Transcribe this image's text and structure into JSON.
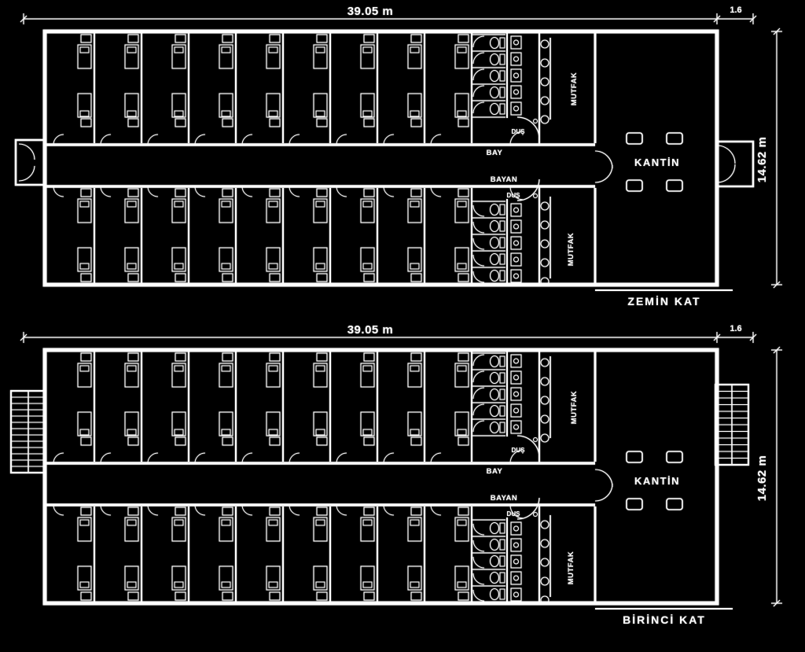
{
  "drawing": {
    "background_color": "#000000",
    "line_color": "#ffffff",
    "floors": [
      {
        "floor_label": "ZEMİN KAT",
        "width_dim": "39.05 m",
        "entry_width_dim": "1.6",
        "depth_dim": "14.62 m",
        "canteen_label": "KANTİN",
        "kitchen_label": "MUTFAK",
        "wc_men_label": "BAY",
        "wc_women_label": "BAYAN",
        "shower_label": "DUŞ",
        "left_end": "entrance",
        "right_end": "double-door"
      },
      {
        "floor_label": "BİRİNCİ KAT",
        "width_dim": "39.05 m",
        "entry_width_dim": "1.6",
        "depth_dim": "14.62 m",
        "canteen_label": "KANTİN",
        "kitchen_label": "MUTFAK",
        "wc_men_label": "BAY",
        "wc_women_label": "BAYAN",
        "shower_label": "DUŞ",
        "left_end": "stairs",
        "right_end": "stairs"
      }
    ]
  }
}
